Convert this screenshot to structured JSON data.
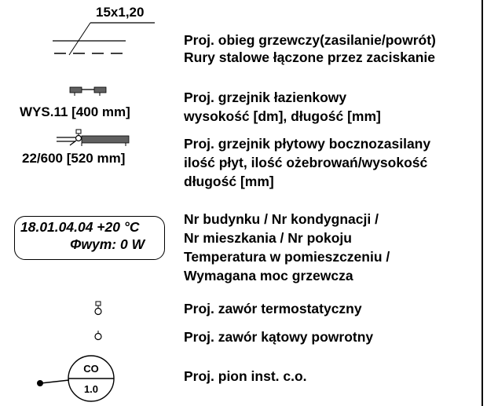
{
  "legend": {
    "pipe": {
      "dim_label": "15x1,20",
      "line1": "Proj. obieg grzewczy(zasilanie/powrót)",
      "line2": "Rury stalowe łączone przez zaciskanie"
    },
    "bathroom_heater": {
      "symbol_label": "WYS.11 [400 mm]",
      "line1": "Proj. grzejnik łazienkowy",
      "line2": "wysokość [dm], długość [mm]"
    },
    "panel_heater": {
      "symbol_label": "22/600 [520 mm]",
      "line1": "Proj. grzejnik płytowy bocznozasilany",
      "line2": "ilość płyt, ilość ożebrowań/wysokość",
      "line3": "długość [mm]"
    },
    "room_tag": {
      "box_line1": "18.01.04.04 +20 °C",
      "box_line2": "Φwym: 0 W",
      "line1": "Nr budynku / Nr kondygnacji /",
      "line2": "Nr mieszkania / Nr pokoju",
      "line3": "Temperatura w pomieszczeniu /",
      "line4": "Wymagana moc grzewcza"
    },
    "thermostatic_valve": {
      "line1": "Proj. zawór termostatyczny"
    },
    "angle_valve": {
      "line1": "Proj. zawór kątowy powrotny"
    },
    "riser": {
      "circle_top": "CO",
      "circle_bottom": "1.0",
      "line1": "Proj. pion inst. c.o."
    }
  }
}
